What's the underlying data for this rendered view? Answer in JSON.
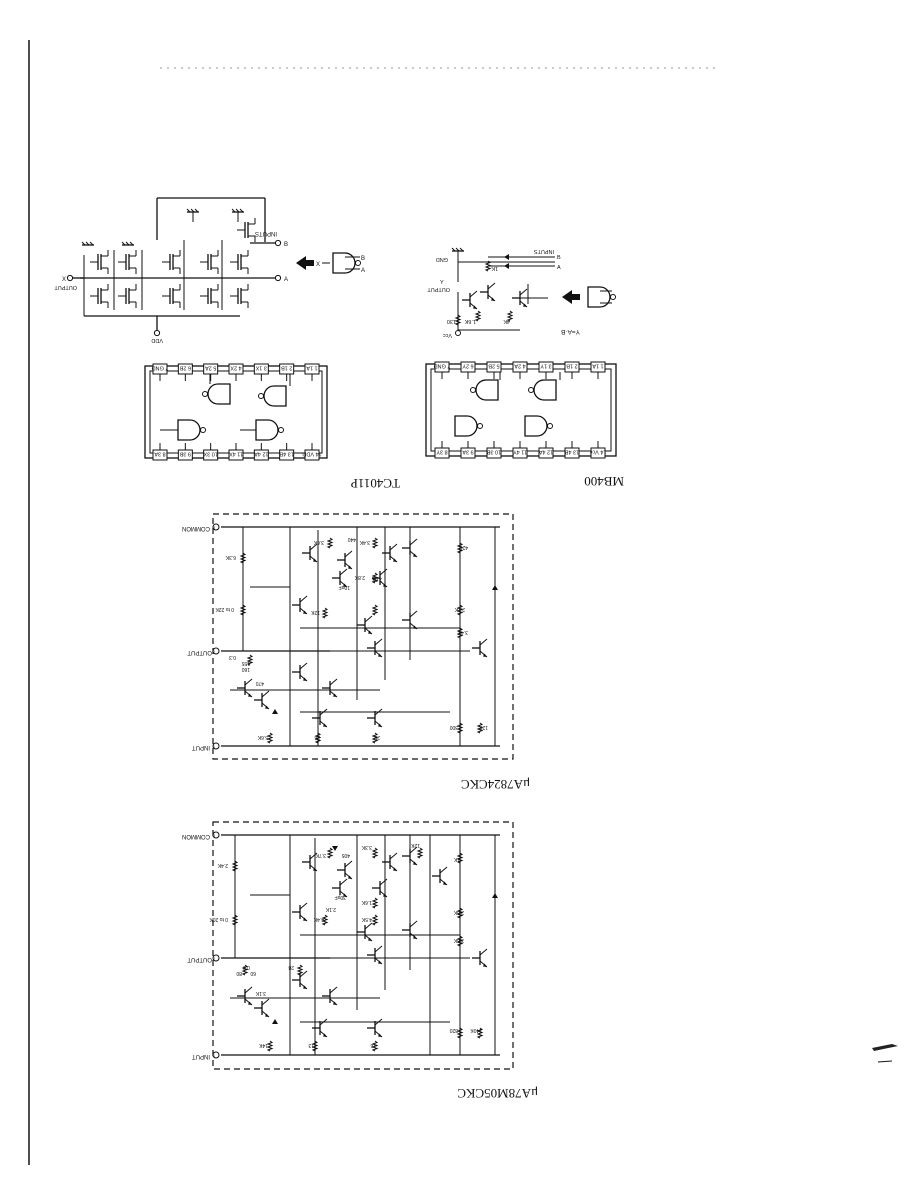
{
  "page": {
    "ink": "#111111",
    "background": "#ffffff"
  },
  "logic_gates": {
    "cmos_nand": {
      "inputs_label": "INPUTS",
      "input_a": "A",
      "input_b": "B",
      "output_label": "OUTPUT",
      "output_x": "X",
      "supply": "VDD",
      "symbol_in_a": "A",
      "symbol_in_b": "B",
      "symbol_out": "X"
    },
    "ttl_nand": {
      "inputs_label": "INPUTS",
      "input_a": "A",
      "input_b": "B",
      "gnd": "GND",
      "output_label": "OUTPUT",
      "output_y": "Y",
      "vcc": "Vcc",
      "equation": "Y=A·B",
      "r1": "1K",
      "r2": "130",
      "r3": "1.6K",
      "r4": "4K"
    }
  },
  "ic_packages": [
    {
      "name": "TC4011P",
      "top_pins": [
        "7 GND",
        "6 2B",
        "5 2A",
        "4 2X",
        "3 1X",
        "2 1B",
        "1 1A"
      ],
      "bottom_pins": [
        "8 3A",
        "9 3B",
        "10 3X",
        "11 4X",
        "12 4A",
        "13 4B",
        "14 VDD"
      ]
    },
    {
      "name": "MB400",
      "top_pins": [
        "7 GND",
        "6 2Y",
        "5 2B",
        "4 2A",
        "3 1Y",
        "2 1B",
        "1 1A"
      ],
      "bottom_pins": [
        "8 3Y",
        "9 3A",
        "10 3B",
        "11 4Y",
        "12 4A",
        "13 4B",
        "14 Vcc"
      ]
    }
  ],
  "regulators": [
    {
      "name": "μA7824CKC",
      "pin_common": "COMMON",
      "pin_common_no": "3",
      "pin_output": "OUTPUT",
      "pin_output_no": "2",
      "pin_input": "INPUT",
      "pin_input_no": "1",
      "resistors": [
        "6.3K",
        "3.6K",
        "440",
        "3.4K",
        "426",
        "12K",
        "2.2K",
        "10pF",
        "2.8K",
        "2.8K",
        "0 to 22K",
        "3.4K",
        "0.3",
        "155",
        "160",
        "470",
        "5.6K",
        "26",
        "25",
        "300",
        "12K"
      ]
    },
    {
      "name": "μA78M05CKC",
      "pin_common": "COMMON",
      "pin_common_no": "3",
      "pin_output": "OUTPUT",
      "pin_output_no": "2",
      "pin_input": "INPUT",
      "pin_input_no": "1",
      "resistors": [
        "2.4K",
        "3.7K",
        "405",
        "3.3K",
        "12K",
        "1K",
        "0 to 20K",
        "2.1K",
        "30pF",
        "1.6K",
        "2.8K",
        "4.4K",
        "4.5K",
        "3.6K",
        "0.8",
        "80",
        "60",
        "3.1K",
        "28",
        "14K",
        "13",
        "76",
        "820",
        "140K"
      ]
    }
  ]
}
